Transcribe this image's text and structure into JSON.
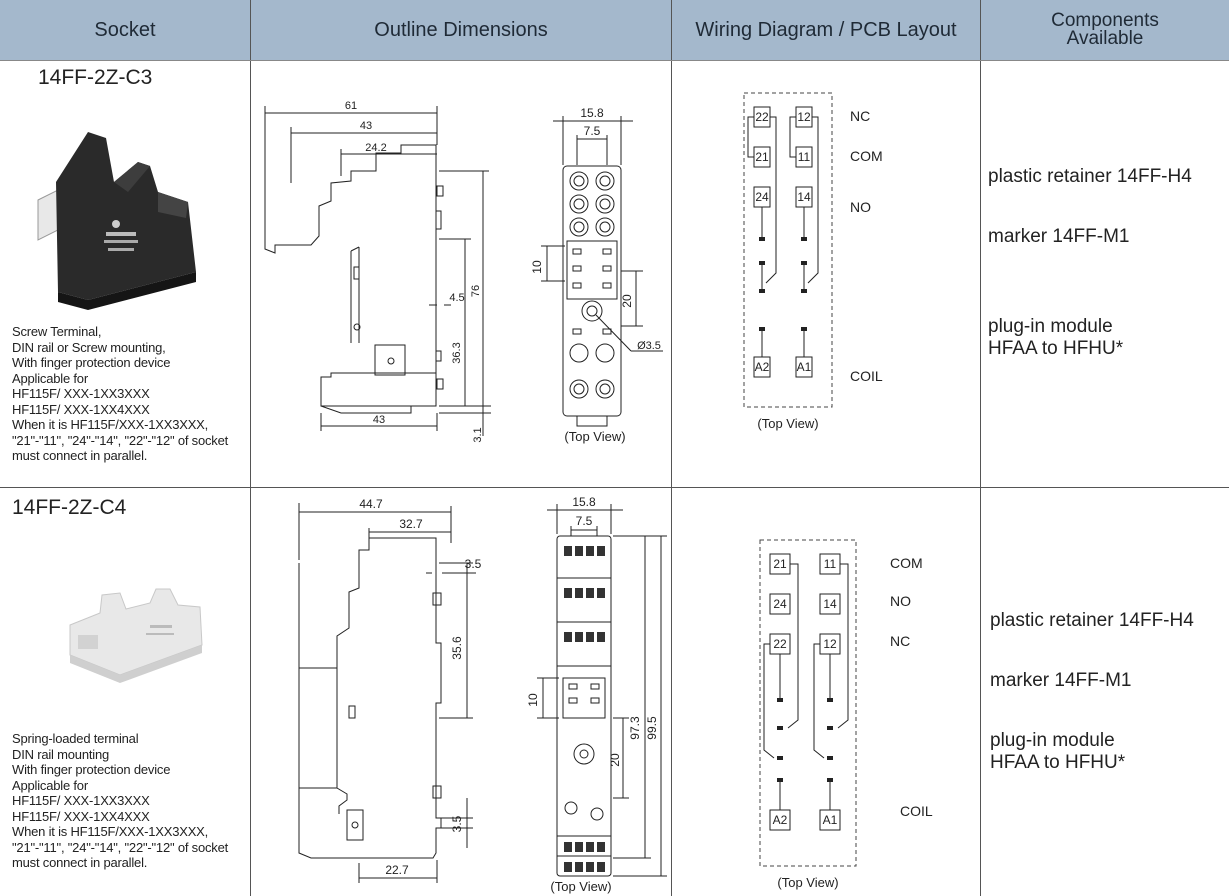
{
  "headers": {
    "socket": "Socket",
    "outline": "Outline Dimensions",
    "wiring": "Wiring Diagram / PCB Layout",
    "components_line1": "Components",
    "components_line2": "Available"
  },
  "row1": {
    "model": "14FF-2Z-C3",
    "description": [
      "Screw Terminal,",
      "DIN rail or Screw mounting,",
      "With finger protection device",
      "Applicable for",
      "HF115F/ XXX-1XX3XXX",
      "HF115F/ XXX-1XX4XXX",
      "When it is HF115F/XXX-1XX3XXX,",
      "\"21\"-\"11\", \"24\"-\"14\", \"22\"-\"12\" of socket",
      "must connect in parallel."
    ],
    "dims": {
      "d61": "61",
      "d43a": "43",
      "d24_2": "24.2",
      "d4_5": "4.5",
      "d36_3": "36.3",
      "d76": "76",
      "d43b": "43",
      "d3_1": "3.1",
      "d15_8": "15.8",
      "d7_5": "7.5",
      "d10": "10",
      "d20": "20",
      "d3_5": "Ø3.5",
      "top_view": "(Top View)"
    },
    "wiring": {
      "pins": [
        "22",
        "12",
        "21",
        "11",
        "24",
        "14",
        "A2",
        "A1"
      ],
      "labels": [
        "NC",
        "COM",
        "NO",
        "COIL"
      ],
      "top_view": "(Top View)"
    },
    "components": [
      "plastic retainer  14FF-H4",
      "marker  14FF-M1",
      "plug-in module",
      "HFAA to HFHU*"
    ]
  },
  "row2": {
    "model": "14FF-2Z-C4",
    "description": [
      "Spring-loaded terminal",
      "DIN rail mounting",
      "With finger protection device",
      "Applicable for",
      "HF115F/ XXX-1XX3XXX",
      "HF115F/ XXX-1XX4XXX",
      "When it is HF115F/XXX-1XX3XXX,",
      "\"21\"-\"11\", \"24\"-\"14\", \"22\"-\"12\" of socket",
      "must connect in parallel."
    ],
    "dims": {
      "d44_7": "44.7",
      "d32_7": "32.7",
      "d3_5": "3.5",
      "d35_6": "35.6",
      "d3_5b": "3.5",
      "d22_7": "22.7",
      "d15_8": "15.8",
      "d7_5": "7.5",
      "d10": "10",
      "d20": "20",
      "d97_3": "97.3",
      "d99_5": "99.5",
      "top_view": "(Top View)"
    },
    "wiring": {
      "pins": [
        "21",
        "11",
        "24",
        "14",
        "22",
        "12",
        "A2",
        "A1"
      ],
      "labels": [
        "COM",
        "NO",
        "NC",
        "COIL"
      ],
      "top_view": "(Top View)"
    },
    "components": [
      "plastic retainer  14FF-H4",
      "marker  14FF-M1",
      "plug-in module",
      "HFAA to HFHU*"
    ]
  }
}
